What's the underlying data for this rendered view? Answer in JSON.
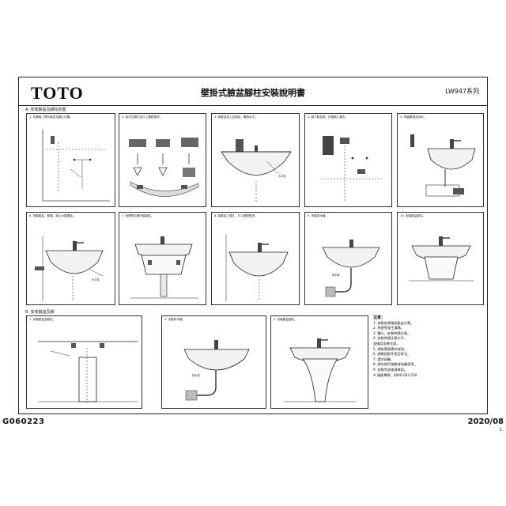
{
  "header": {
    "brand": "TOTO",
    "title": "壁掛式臉盆腳柱安裝說明書",
    "model": "LW947系列"
  },
  "section_a": {
    "title": "A. 安裝臉盆及腳柱前蓋",
    "note": ""
  },
  "section_b": {
    "title": "B. 安裝臉盆及腳",
    "note": ""
  },
  "panels_a": [
    {
      "caption": "1. 在牆面上標示臉盆安裝孔位置。"
    },
    {
      "caption": "2. 依孔位鑽孔並打入塑膠壁虎。"
    },
    {
      "caption": "3. 將臉盆掛上並固定，確認水平。"
    },
    {
      "caption": "4. 取下臉盆後，於牆面上鑽孔。"
    },
    {
      "caption": "5. 安裝龍頭及排水。"
    },
    {
      "caption": "6. 安裝臉盆、龍頭，將止水閥連接。"
    },
    {
      "caption": "7. 依實際位置安裝腳柱。"
    },
    {
      "caption": "8. 將臉盆上提孔，打入塑膠壁虎。"
    },
    {
      "caption": "9. 安裝排水管。"
    },
    {
      "caption": "10. 安裝臉盆腳柱。"
    }
  ],
  "panels_b": [
    {
      "caption": "1. 安裝臉盆及腳柱。"
    },
    {
      "caption": "2. 安裝排水管。"
    },
    {
      "caption": "3. 安裝臉盆腳柱。"
    }
  ],
  "labels": {
    "level": "水平儀",
    "pipe": "",
    "drain": "排水管",
    "trap": "",
    "wall_flange": "",
    "stopper": ""
  },
  "notes": {
    "title": "注意：",
    "items": [
      "1. 安裝前請確認臉盆位置。",
      "2. 為避免發生損傷。",
      "3. 鑽孔、安裝時請注意。",
      "4. 安裝時請注意水平，",
      "   並確認安裝牢固。",
      "5. 請依實際需求使用。",
      "6. 請確認配件是否齊全。",
      "7. 請勿敲擊。",
      "8. 請勿使用強酸或強鹼清潔。",
      "9. 安裝完成後請確認。",
      "※ 服務專線：0800-003-250"
    ]
  },
  "footer": {
    "code": "G060223",
    "date": "2020/08",
    "page": "1"
  }
}
